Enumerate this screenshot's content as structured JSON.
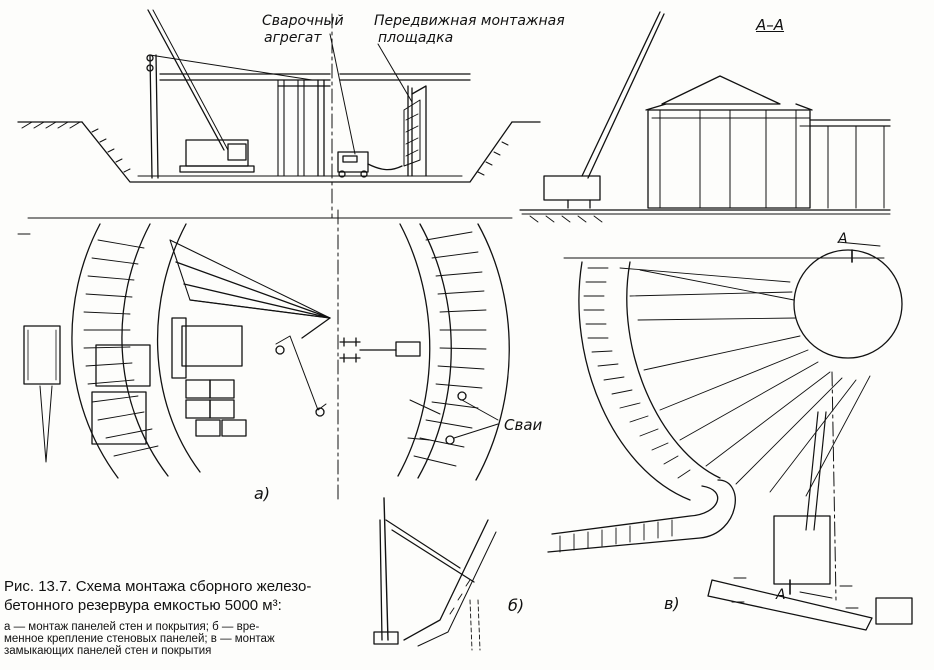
{
  "labels": {
    "welding_unit_1": "Сварочный",
    "welding_unit_2": "агрегат",
    "platform_1": "Передвижная монтажная",
    "platform_2": "площадка",
    "section": "А–А",
    "piles": "Сваи",
    "part_a": "а)",
    "part_b": "б)",
    "part_v": "в)",
    "cut_mark_top": "А",
    "cut_mark_bottom": "А"
  },
  "caption": {
    "title_line1": "Рис. 13.7. Схема монтажа сборного железо-",
    "title_line2": "бетонного резервура емкостью 5000 м³:",
    "desc_line1": "а — монтаж панелей стен и покрытия; б — вре-",
    "desc_line2": "менное крепление стеновых панелей; в — монтаж",
    "desc_line3": "замыкающих панелей стен и покрытия"
  },
  "colors": {
    "ink": "#111111",
    "paper": "#fdfdfb"
  }
}
